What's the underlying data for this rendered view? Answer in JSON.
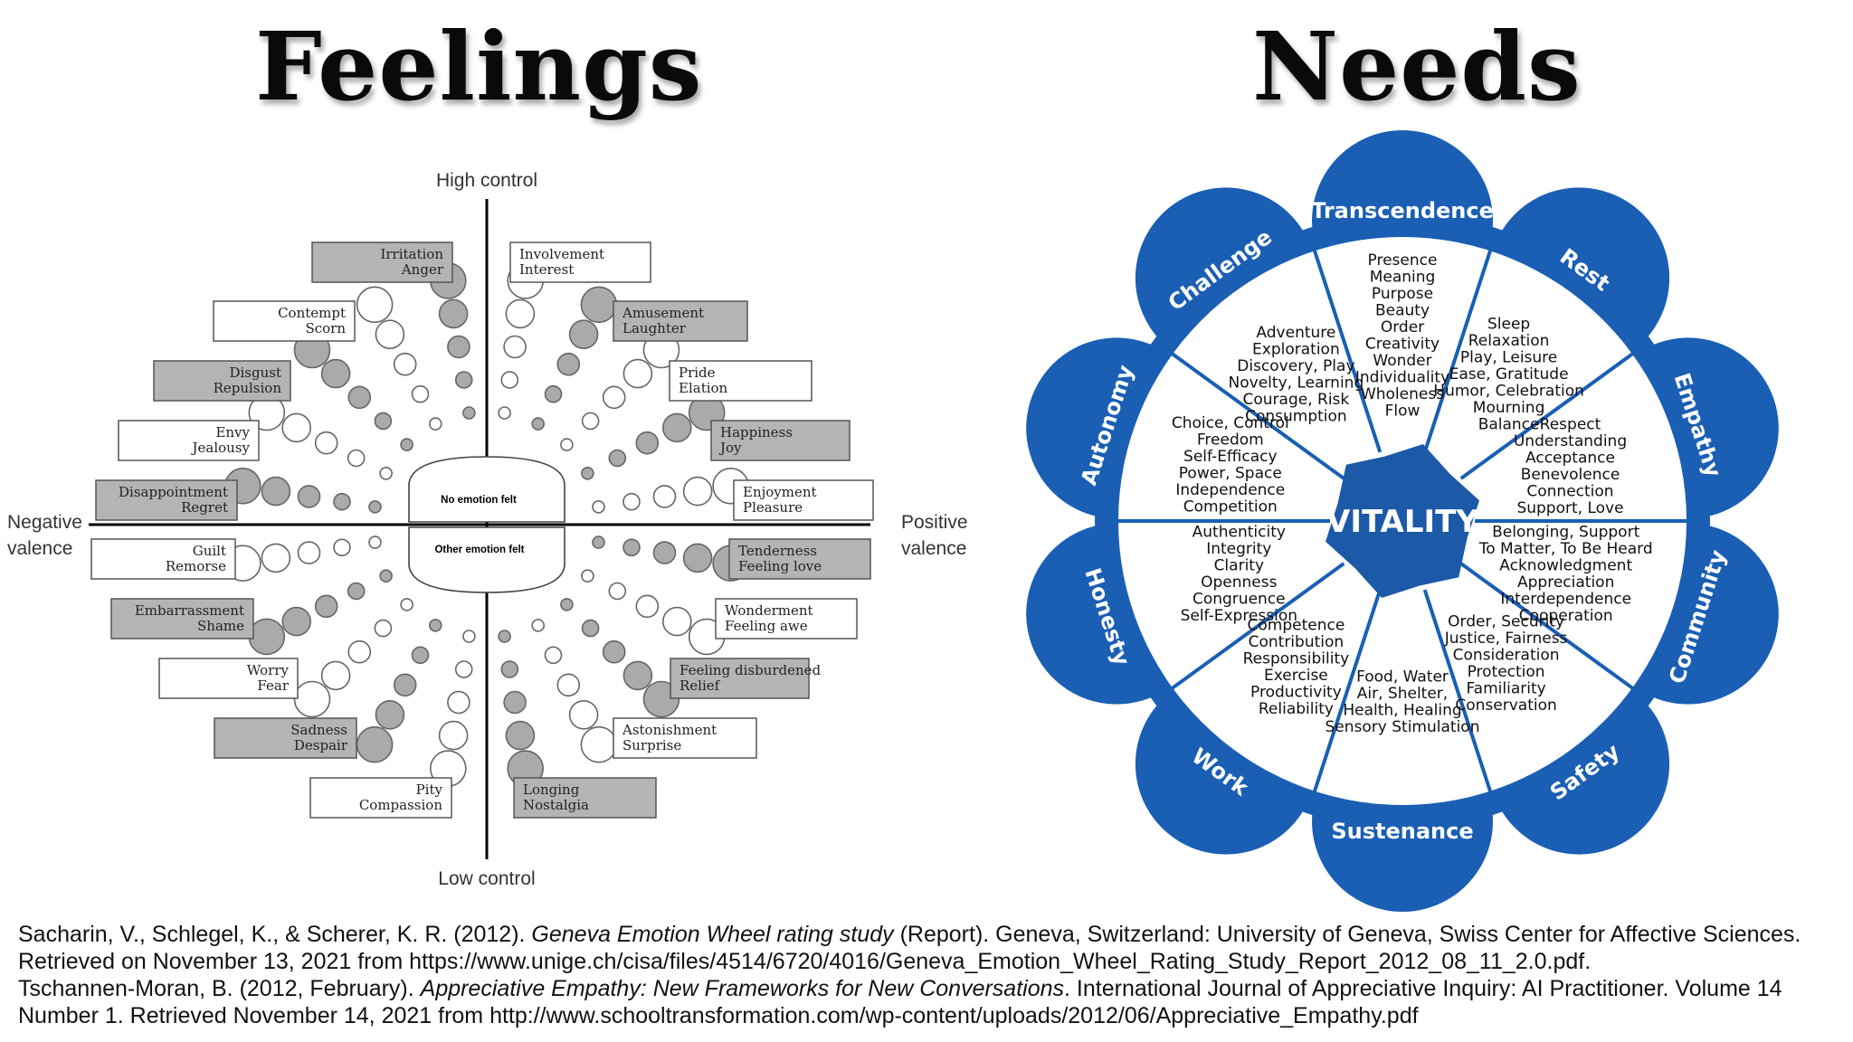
{
  "titles": {
    "feelings": "Feelings",
    "needs": "Needs"
  },
  "feelings_wheel": {
    "axes": {
      "top": "High control",
      "bottom": "Low control",
      "left": [
        "Negative",
        "valence"
      ],
      "right": [
        "Positive",
        "valence"
      ]
    },
    "center_labels": {
      "upper": "No emotion felt",
      "lower": "Other emotion felt"
    },
    "emotions": [
      {
        "id": "irritation",
        "lines": [
          "Irritation",
          "Anger"
        ],
        "shaded": true
      },
      {
        "id": "contempt",
        "lines": [
          "Contempt",
          "Scorn"
        ],
        "shaded": false
      },
      {
        "id": "disgust",
        "lines": [
          "Disgust",
          "Repulsion"
        ],
        "shaded": true
      },
      {
        "id": "envy",
        "lines": [
          "Envy",
          "Jealousy"
        ],
        "shaded": false
      },
      {
        "id": "disappointment",
        "lines": [
          "Disappointment",
          "Regret"
        ],
        "shaded": true
      },
      {
        "id": "guilt",
        "lines": [
          "Guilt",
          "Remorse"
        ],
        "shaded": false
      },
      {
        "id": "embarrassment",
        "lines": [
          "Embarrassment",
          "Shame"
        ],
        "shaded": true
      },
      {
        "id": "worry",
        "lines": [
          "Worry",
          "Fear"
        ],
        "shaded": false
      },
      {
        "id": "sadness",
        "lines": [
          "Sadness",
          "Despair"
        ],
        "shaded": true
      },
      {
        "id": "pity",
        "lines": [
          "Pity",
          "Compassion"
        ],
        "shaded": false
      },
      {
        "id": "involvement",
        "lines": [
          "Involvement",
          "Interest"
        ],
        "shaded": false
      },
      {
        "id": "amusement",
        "lines": [
          "Amusement",
          "Laughter"
        ],
        "shaded": true
      },
      {
        "id": "pride",
        "lines": [
          "Pride",
          "Elation"
        ],
        "shaded": false
      },
      {
        "id": "happiness",
        "lines": [
          "Happiness",
          "Joy"
        ],
        "shaded": true
      },
      {
        "id": "enjoyment",
        "lines": [
          "Enjoyment",
          "Pleasure"
        ],
        "shaded": false
      },
      {
        "id": "tenderness",
        "lines": [
          "Tenderness",
          "Feeling love"
        ],
        "shaded": true
      },
      {
        "id": "wonderment",
        "lines": [
          "Wonderment",
          "Feeling awe"
        ],
        "shaded": false
      },
      {
        "id": "disburdened",
        "lines": [
          "Feeling disburdened",
          "Relief"
        ],
        "shaded": true
      },
      {
        "id": "astonishment",
        "lines": [
          "Astonishment",
          "Surprise"
        ],
        "shaded": false
      },
      {
        "id": "longing",
        "lines": [
          "Longing",
          "Nostalgia"
        ],
        "shaded": true
      }
    ]
  },
  "needs_wheel": {
    "center": "VITALITY",
    "colors": {
      "primary": "#1a5fb4",
      "center": "#1c5aa8",
      "line": "#1a5fb4"
    },
    "segments": [
      {
        "category": "Transcendence",
        "items": [
          "Presence",
          "Meaning",
          "Purpose",
          "Beauty",
          "Order",
          "Creativity",
          "Wonder",
          "Individuality",
          "Wholeness",
          "Flow"
        ]
      },
      {
        "category": "Rest",
        "items": [
          "Sleep",
          "Relaxation",
          "Play, Leisure",
          "Ease, Gratitude",
          "Humor, Celebration",
          "Mourning",
          "Balance"
        ]
      },
      {
        "category": "Empathy",
        "items": [
          "Respect",
          "Understanding",
          "Acceptance",
          "Benevolence",
          "Connection",
          "Support, Love"
        ]
      },
      {
        "category": "Community",
        "items": [
          "Belonging, Support",
          "To Matter, To Be Heard",
          "Acknowledgment",
          "Appreciation",
          "Interdependence",
          "Cooperation"
        ]
      },
      {
        "category": "Safety",
        "items": [
          "Order, Security",
          "Justice, Fairness",
          "Consideration",
          "Protection",
          "Familiarity",
          "Conservation"
        ]
      },
      {
        "category": "Sustenance",
        "items": [
          "Food, Water",
          "Air, Shelter,",
          "Health, Healing",
          "Sensory Stimulation"
        ]
      },
      {
        "category": "Work",
        "items": [
          "Competence",
          "Contribution",
          "Responsibility",
          "Exercise",
          "Productivity",
          "Reliability"
        ]
      },
      {
        "category": "Honesty",
        "items": [
          "Authenticity",
          "Integrity",
          "Clarity",
          "Openness",
          "Congruence",
          "Self-Expression"
        ]
      },
      {
        "category": "Autonomy",
        "items": [
          "Choice, Control",
          "Freedom",
          "Self-Efficacy",
          "Power, Space",
          "Independence",
          "Competition"
        ]
      },
      {
        "category": "Challenge",
        "items": [
          "Adventure",
          "Exploration",
          "Discovery, Play",
          "Novelty, Learning",
          "Courage, Risk",
          "Consumption"
        ]
      }
    ]
  },
  "references": {
    "ref1_pre": "Sacharin, V., Schlegel, K., & Scherer, K. R. (2012). ",
    "ref1_title": "Geneva Emotion Wheel rating study",
    "ref1_post": " (Report). Geneva, Switzerland: University of Geneva, Swiss Center for Affective Sciences. Retrieved on November 13, 2021 from https://www.unige.ch/cisa/files/4514/6720/4016/Geneva_Emotion_Wheel_Rating_Study_Report_2012_08_11_2.0.pdf.",
    "ref2_pre": "Tschannen-Moran, B. (2012, February). ",
    "ref2_title": "Appreciative Empathy: New Frameworks for New Conversations",
    "ref2_post": ". International Journal of Appreciative Inquiry: AI Practitioner. Volume 14 Number 1. Retrieved November 14, 2021 from http://www.schooltransformation.com/wp-content/uploads/2012/06/Appreciative_Empathy.pdf"
  }
}
